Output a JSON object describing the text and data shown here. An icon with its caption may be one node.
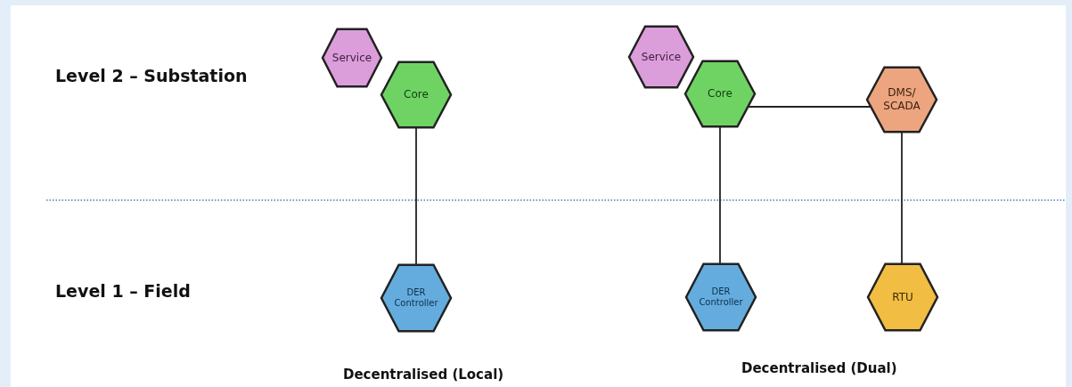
{
  "diagram": {
    "nodes": [
      {
        "text": [
          "Service"
        ]
      },
      {
        "text": [
          "Core"
        ]
      },
      {
        "text": [
          "DER Controller"
        ]
      },
      {
        "text": [
          "Service"
        ]
      },
      {
        "text": [
          "Core"
        ]
      },
      {
        "text": [
          "DMS/ SCADA"
        ]
      },
      {
        "text": [
          "DER Controller"
        ]
      },
      {
        "text": [
          "RTU"
        ]
      }
    ],
    "edges": [
      {
        "from": 1,
        "to": 2,
        "arrow": "none"
      },
      {
        "from": 4,
        "to": 5,
        "arrow": "none"
      },
      {
        "from": 4,
        "to": 6,
        "arrow": "none"
      },
      {
        "from": 5,
        "to": 7,
        "arrow": "none"
      }
    ],
    "labels": [
      "Level 2 – Substation",
      "Level 1 – Field",
      "Decentralised (Local)",
      "Decentralised (Dual)"
    ]
  }
}
